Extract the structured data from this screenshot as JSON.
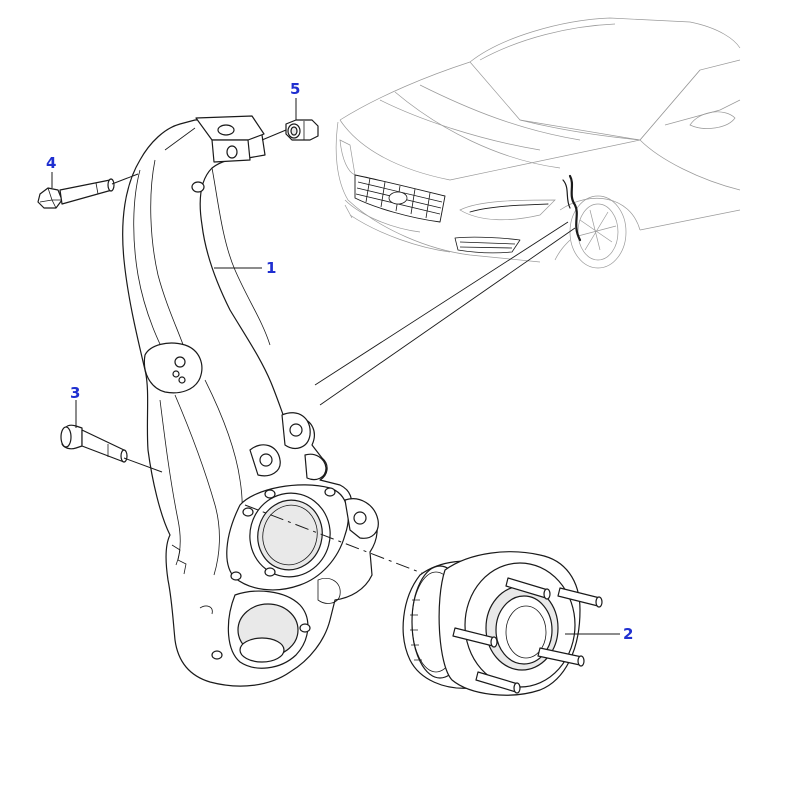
{
  "diagram": {
    "accent_color": "#1f2fd0",
    "line_color": "#1a1a1a",
    "callouts": [
      {
        "id": "1",
        "label": "1"
      },
      {
        "id": "2",
        "label": "2"
      },
      {
        "id": "3",
        "label": "3"
      },
      {
        "id": "4",
        "label": "4"
      },
      {
        "id": "5",
        "label": "5"
      }
    ],
    "parts": [
      {
        "callout": "1",
        "icon": "steering-knuckle-icon"
      },
      {
        "callout": "2",
        "icon": "wheel-hub-bearing-icon"
      },
      {
        "callout": "3",
        "icon": "lower-bolt-icon"
      },
      {
        "callout": "4",
        "icon": "upper-bolt-icon"
      },
      {
        "callout": "5",
        "icon": "nut-icon"
      }
    ],
    "locator": {
      "icon": "vehicle-front-locator-icon"
    }
  }
}
